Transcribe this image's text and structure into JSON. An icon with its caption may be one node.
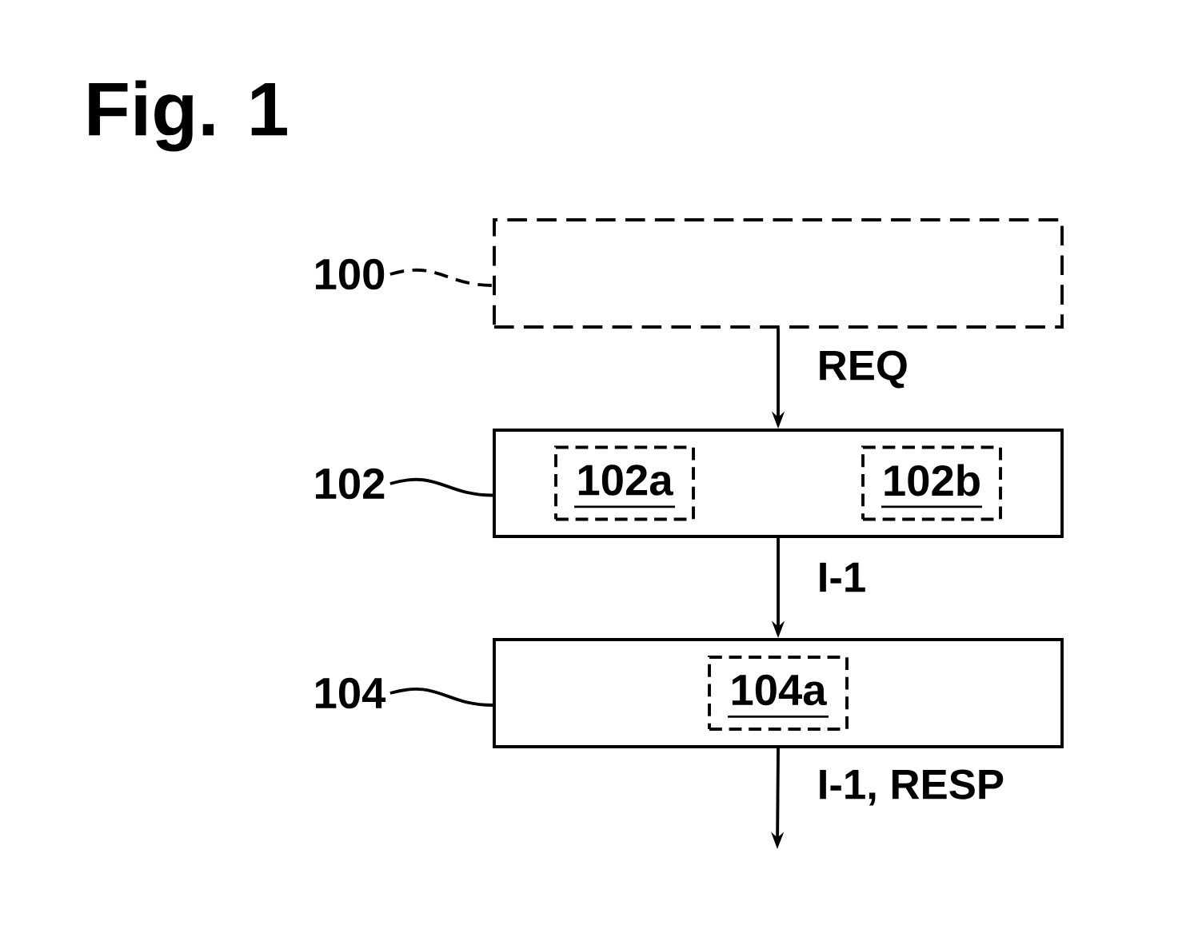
{
  "diagram": {
    "title": "Fig. 1",
    "nodes": [
      {
        "text": [
          "100"
        ]
      },
      {
        "text": [],
        "shape": "box"
      },
      {
        "text": [
          "102"
        ]
      },
      {
        "text": [],
        "shape": "box"
      },
      {
        "text": [
          "102a"
        ],
        "in": 3
      },
      {
        "text": [
          "102b"
        ],
        "in": 3
      },
      {
        "text": [
          "104"
        ]
      },
      {
        "text": [],
        "shape": "box"
      },
      {
        "text": [
          "104a"
        ],
        "in": 7
      }
    ],
    "edges": [
      {
        "from": 0,
        "to": 1,
        "arrow": "none",
        "style": "dashed"
      },
      {
        "from": 1,
        "to": 3,
        "arrow": "to",
        "label": "REQ"
      },
      {
        "from": 2,
        "to": 3,
        "arrow": "none"
      },
      {
        "from": 3,
        "to": 7,
        "arrow": "to",
        "label": "I-1"
      },
      {
        "from": 6,
        "to": 7,
        "arrow": "none"
      },
      {
        "from": 7,
        "to": null,
        "arrow": "to",
        "label": "I-1, RESP"
      }
    ]
  }
}
